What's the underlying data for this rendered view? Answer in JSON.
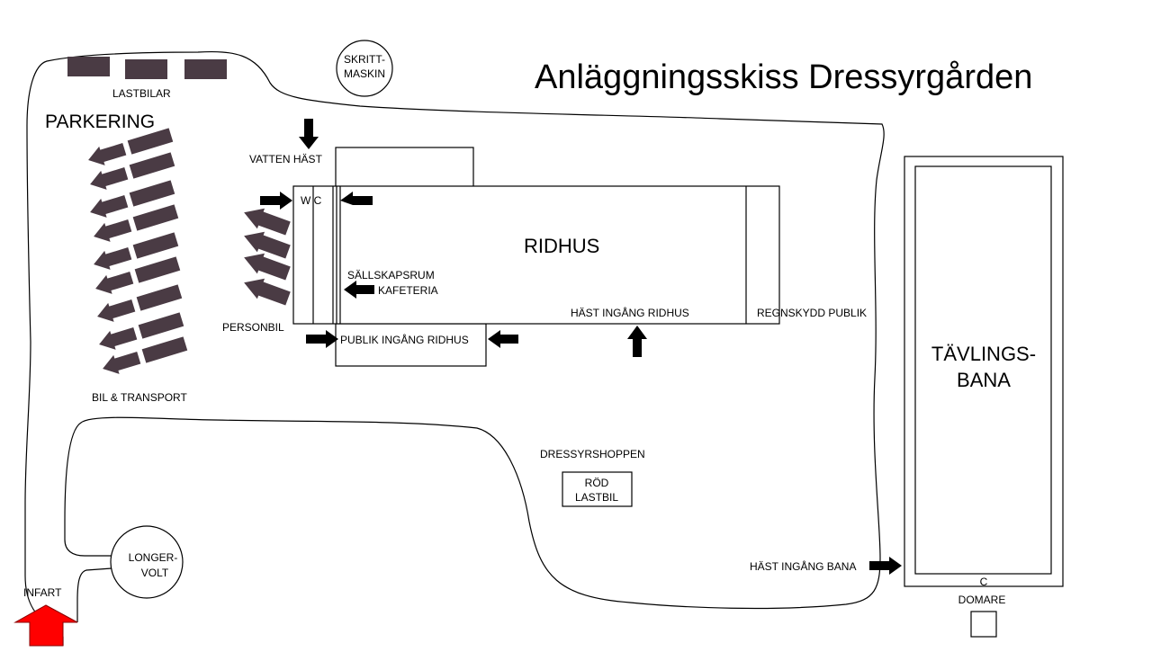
{
  "title": "Anläggningsskiss Dressyrgården",
  "labels": {
    "skrittmaskin_1": "SKRITT-",
    "skrittmaskin_2": "MASKIN",
    "lastbilar": "LASTBILAR",
    "parkering": "PARKERING",
    "vatten_hast": "VATTEN HÄST",
    "wc": "W C",
    "ridhus": "RIDHUS",
    "sallskapsrum": "SÄLLSKAPSRUM",
    "kafeteria": "KAFETERIA",
    "personbil": "PERSONBIL",
    "publik_ingang_ridhus": "PUBLIK INGÅNG RIDHUS",
    "hast_ingang_ridhus": "HÄST INGÅNG RIDHUS",
    "regnskydd_publik": "REGNSKYDD PUBLIK",
    "bil_transport": "BIL & TRANSPORT",
    "tavlingsbana_1": "TÄVLINGS-",
    "tavlingsbana_2": "BANA",
    "dressyrshoppen": "DRESSYRSHOPPEN",
    "rod_lastbil_1": "RÖD",
    "rod_lastbil_2": "LASTBIL",
    "longervolt_1": "LONGER-",
    "longervolt_2": "VOLT",
    "infart": "INFART",
    "hast_ingang_bana": "HÄST INGÅNG BANA",
    "c": "C",
    "domare": "DOMARE"
  },
  "colors": {
    "vehicle": "#4a3b44",
    "infart_arrow": "#ff0000",
    "arrow": "#000000"
  }
}
